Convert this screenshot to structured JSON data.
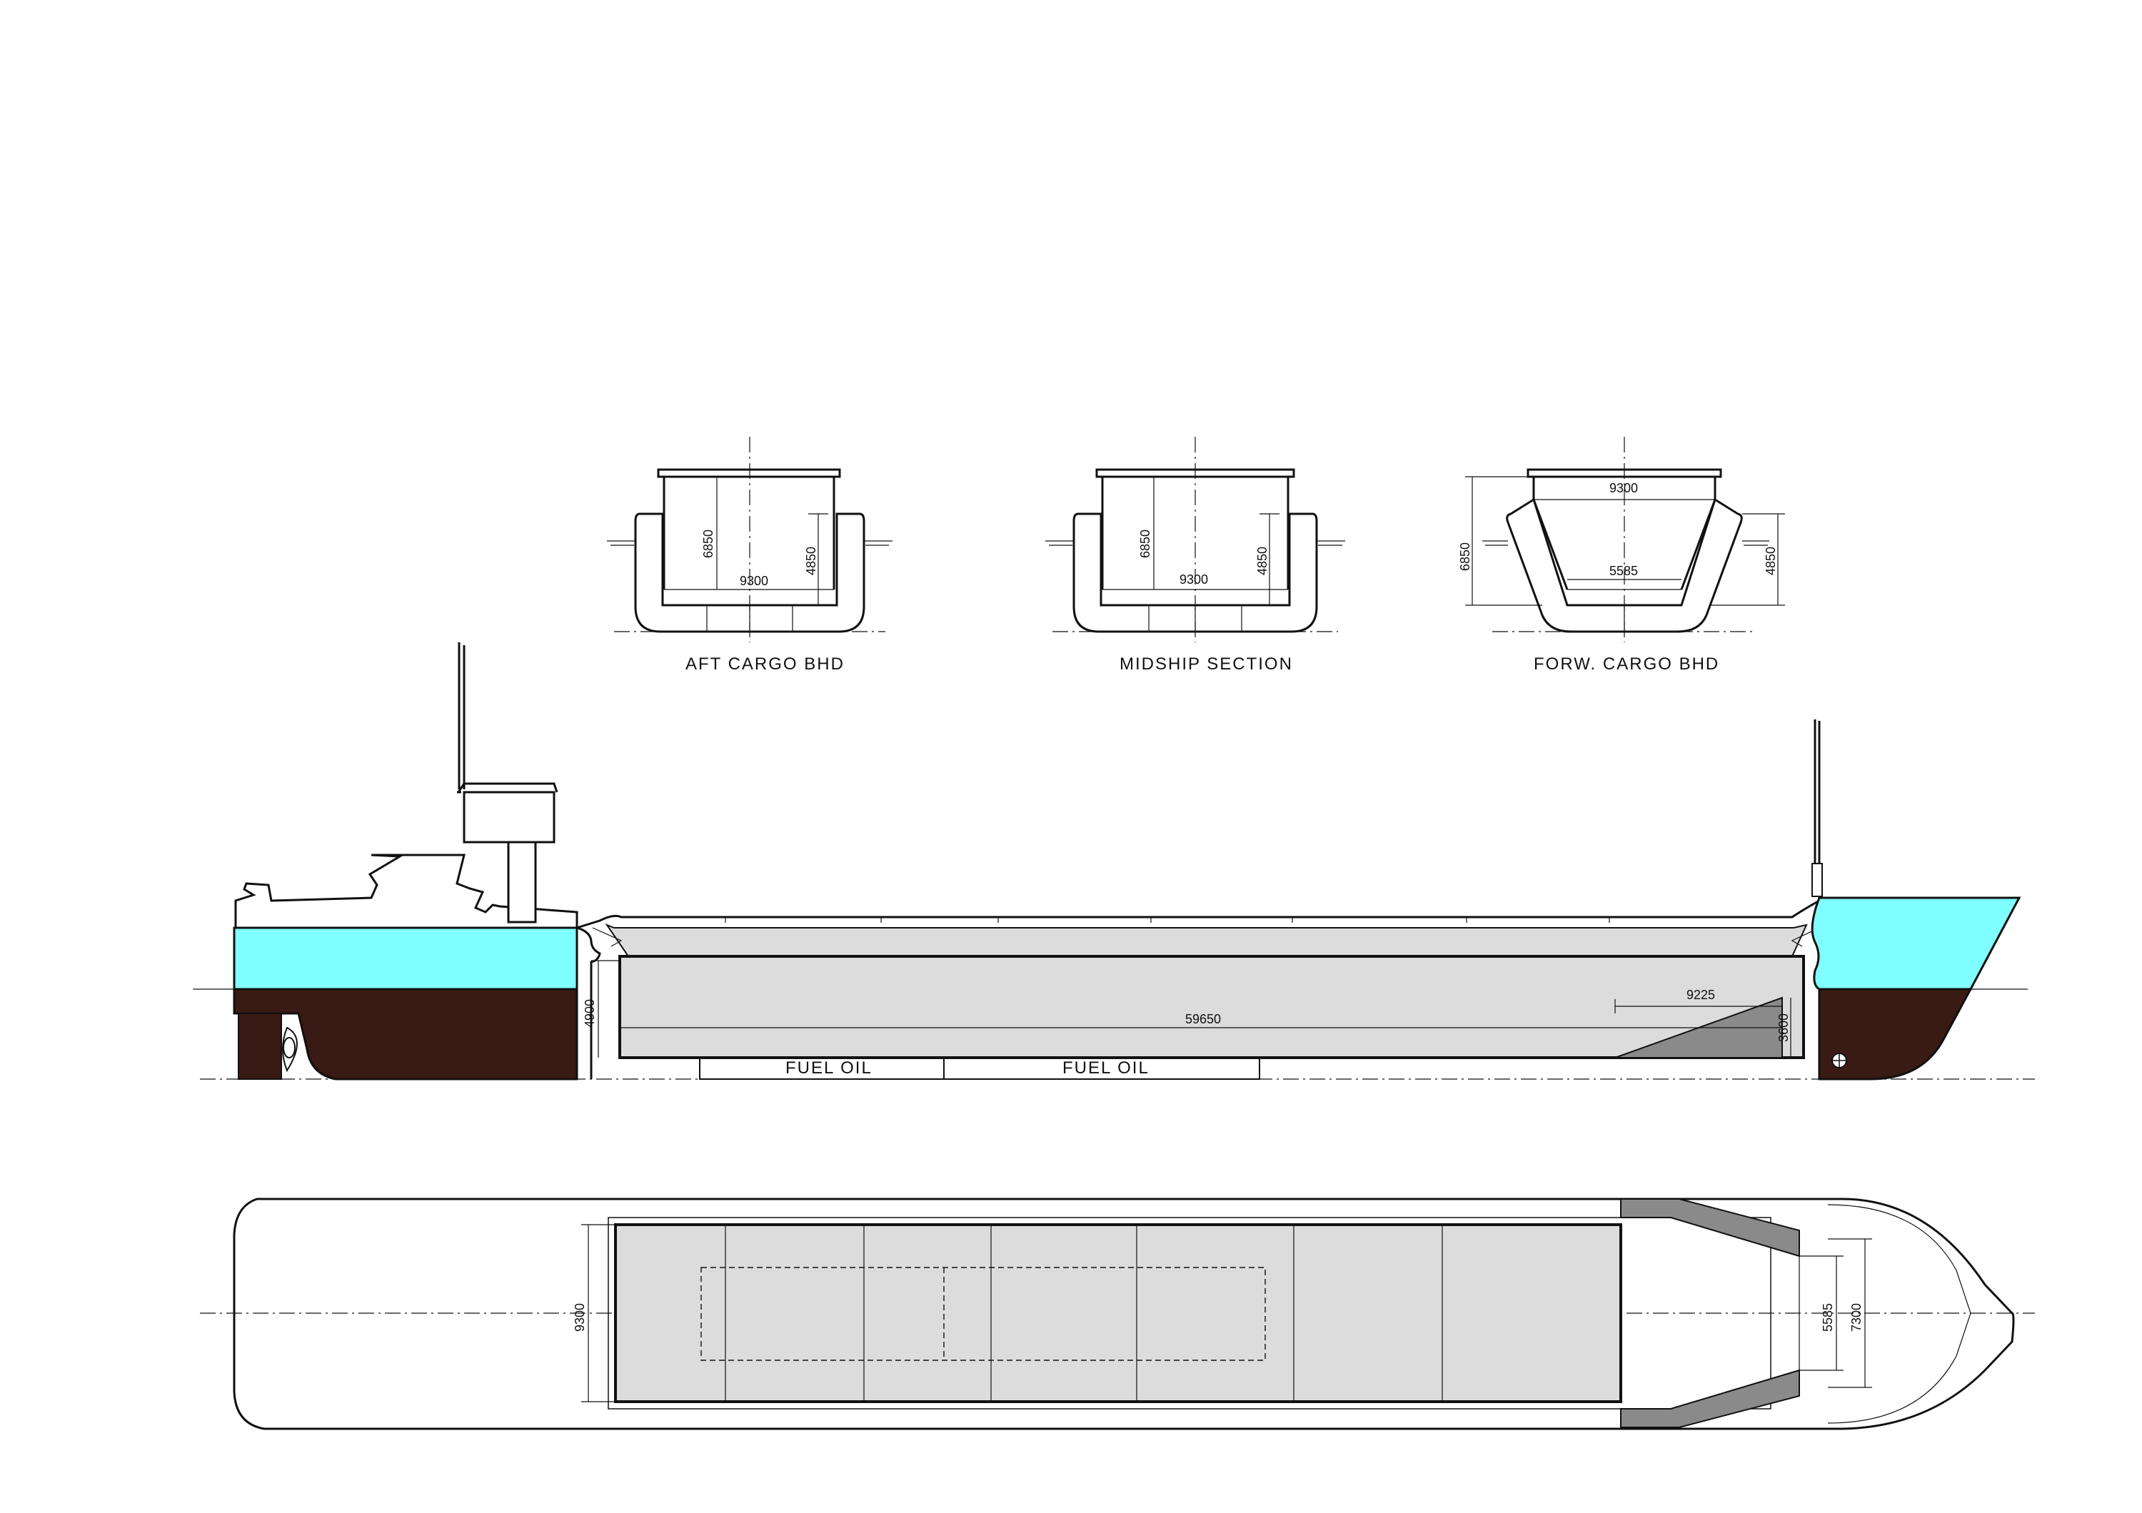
{
  "sections": {
    "aft": {
      "label": "AFT CARGO BHD",
      "dim_height": "6850",
      "dim_width": "9300",
      "dim_draft": "4850"
    },
    "mid": {
      "label": "MIDSHIP SECTION",
      "dim_height": "6850",
      "dim_width": "9300",
      "dim_draft": "4850"
    },
    "forw": {
      "label": "FORW. CARGO BHD",
      "dim_height": "6850",
      "dim_top_width": "9300",
      "dim_bottom_width": "5585",
      "dim_draft": "4850"
    }
  },
  "profile": {
    "hold_depth": "4900",
    "hold_length": "59650",
    "ramp_length": "9225",
    "ramp_height": "3600",
    "tank_1": "FUEL OIL",
    "tank_2": "FUEL OIL"
  },
  "plan": {
    "hold_width": "9300",
    "forward_width_inner": "5585",
    "forward_width_outer": "7300"
  },
  "colors": {
    "above_water_hull": "#7fffff",
    "below_water_hull": "#3a1a14",
    "hold_fill": "#dcdcdc",
    "ramp_fill": "#8a8a8a"
  }
}
